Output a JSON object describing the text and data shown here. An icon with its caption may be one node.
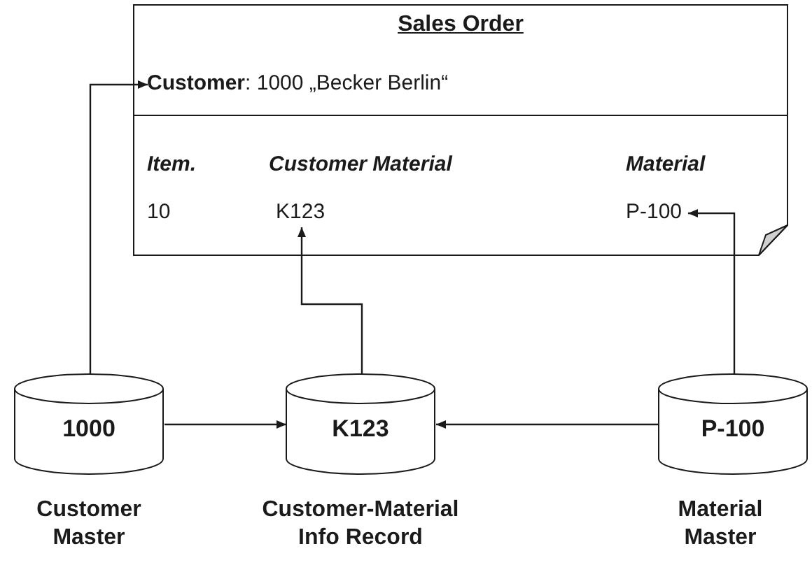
{
  "diagram": {
    "nodes": [
      {
        "text": [
          "Sales Order"
        ]
      },
      {
        "text": [
          "**Customer**: 1000 „Becker Berlin“"
        ],
        "in": 0
      },
      {
        "text": [
          "Item."
        ],
        "in": 0
      },
      {
        "text": [
          "Customer Material"
        ],
        "in": 0
      },
      {
        "text": [
          "Material"
        ],
        "in": 0
      },
      {
        "text": [
          "10"
        ],
        "in": 0
      },
      {
        "text": [
          "K123"
        ],
        "in": 0
      },
      {
        "text": [
          "P-100"
        ],
        "in": 0
      },
      {
        "text": [
          "1000"
        ],
        "beside": [
          "Customer Master"
        ]
      },
      {
        "text": [
          "K123"
        ],
        "beside": [
          "Customer-Material Info Record"
        ]
      },
      {
        "text": [
          "P-100"
        ],
        "beside": [
          "Material Master"
        ]
      }
    ],
    "edges": [
      {
        "from": 8,
        "to": 1,
        "arrow": "to"
      },
      {
        "from": 9,
        "to": 6,
        "arrow": "to"
      },
      {
        "from": 10,
        "to": 7,
        "arrow": "to"
      },
      {
        "from": 8,
        "to": 9,
        "arrow": "to"
      },
      {
        "from": 10,
        "to": 9,
        "arrow": "to"
      }
    ]
  }
}
